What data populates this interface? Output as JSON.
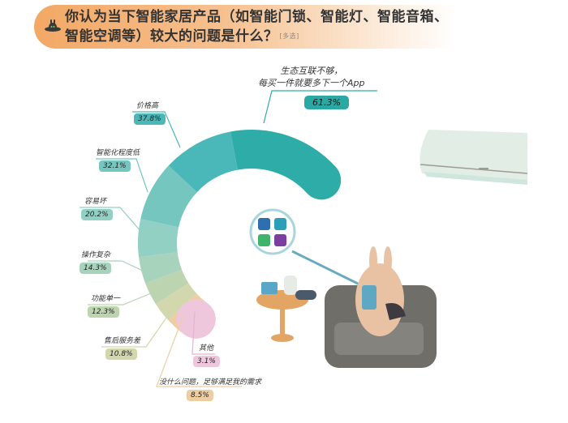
{
  "header": {
    "title_line1": "你认为当下智能家居产品（如智能门锁、智能灯、智能音箱、",
    "title_line2": "智能空调等）较大的问题是什么？",
    "tag": "[多选]",
    "icon": "bunny-mascot-icon",
    "banner_color": "#f3a865"
  },
  "chart_data": {
    "type": "pie",
    "variant": "partial-donut",
    "title": "你认为当下智能家居产品（如智能门锁、智能灯、智能音箱、智能空调等）较大的问题是什么？[多选]",
    "categories": [
      "生态互联不够，每买一件就要多下一个App",
      "价格高",
      "智能化程度低",
      "容易坏",
      "操作复杂",
      "功能单一",
      "售后服务差",
      "没什么问题，足够满足我的需求",
      "其他"
    ],
    "values": [
      61.3,
      37.8,
      32.1,
      20.2,
      14.3,
      12.3,
      10.8,
      8.5,
      3.1
    ],
    "unit": "%",
    "colors": [
      "#2eaca8",
      "#4ab8b8",
      "#74c6bf",
      "#91d0c3",
      "#a7d2bb",
      "#bdd4b0",
      "#d2d7ae",
      "#efcda3",
      "#eec7dd"
    ],
    "legend": "none (callout labels)"
  },
  "labels": {
    "top": {
      "line1": "生态互联不够，",
      "line2": "每买一件就要多下一个App",
      "value": "61.3%"
    },
    "price": {
      "text": "价格高",
      "value": "37.8%"
    },
    "smart": {
      "text": "智能化程度低",
      "value": "32.1%"
    },
    "broken": {
      "text": "容易坏",
      "value": "20.2%"
    },
    "complex": {
      "text": "操作复杂",
      "value": "14.3%"
    },
    "single": {
      "text": "功能单一",
      "value": "12.3%"
    },
    "service": {
      "text": "售后服务差",
      "value": "10.8%"
    },
    "other": {
      "text": "其他",
      "value": "3.1%"
    },
    "none": {
      "text": "没什么问题，足够满足我的需求",
      "value": "8.5%"
    }
  },
  "illustration": {
    "icons": [
      "app-link-icon",
      "smart-lock-icon",
      "light-icon",
      "housekeeping-icon"
    ],
    "scene": "rabbit-on-sofa-with-phone"
  }
}
